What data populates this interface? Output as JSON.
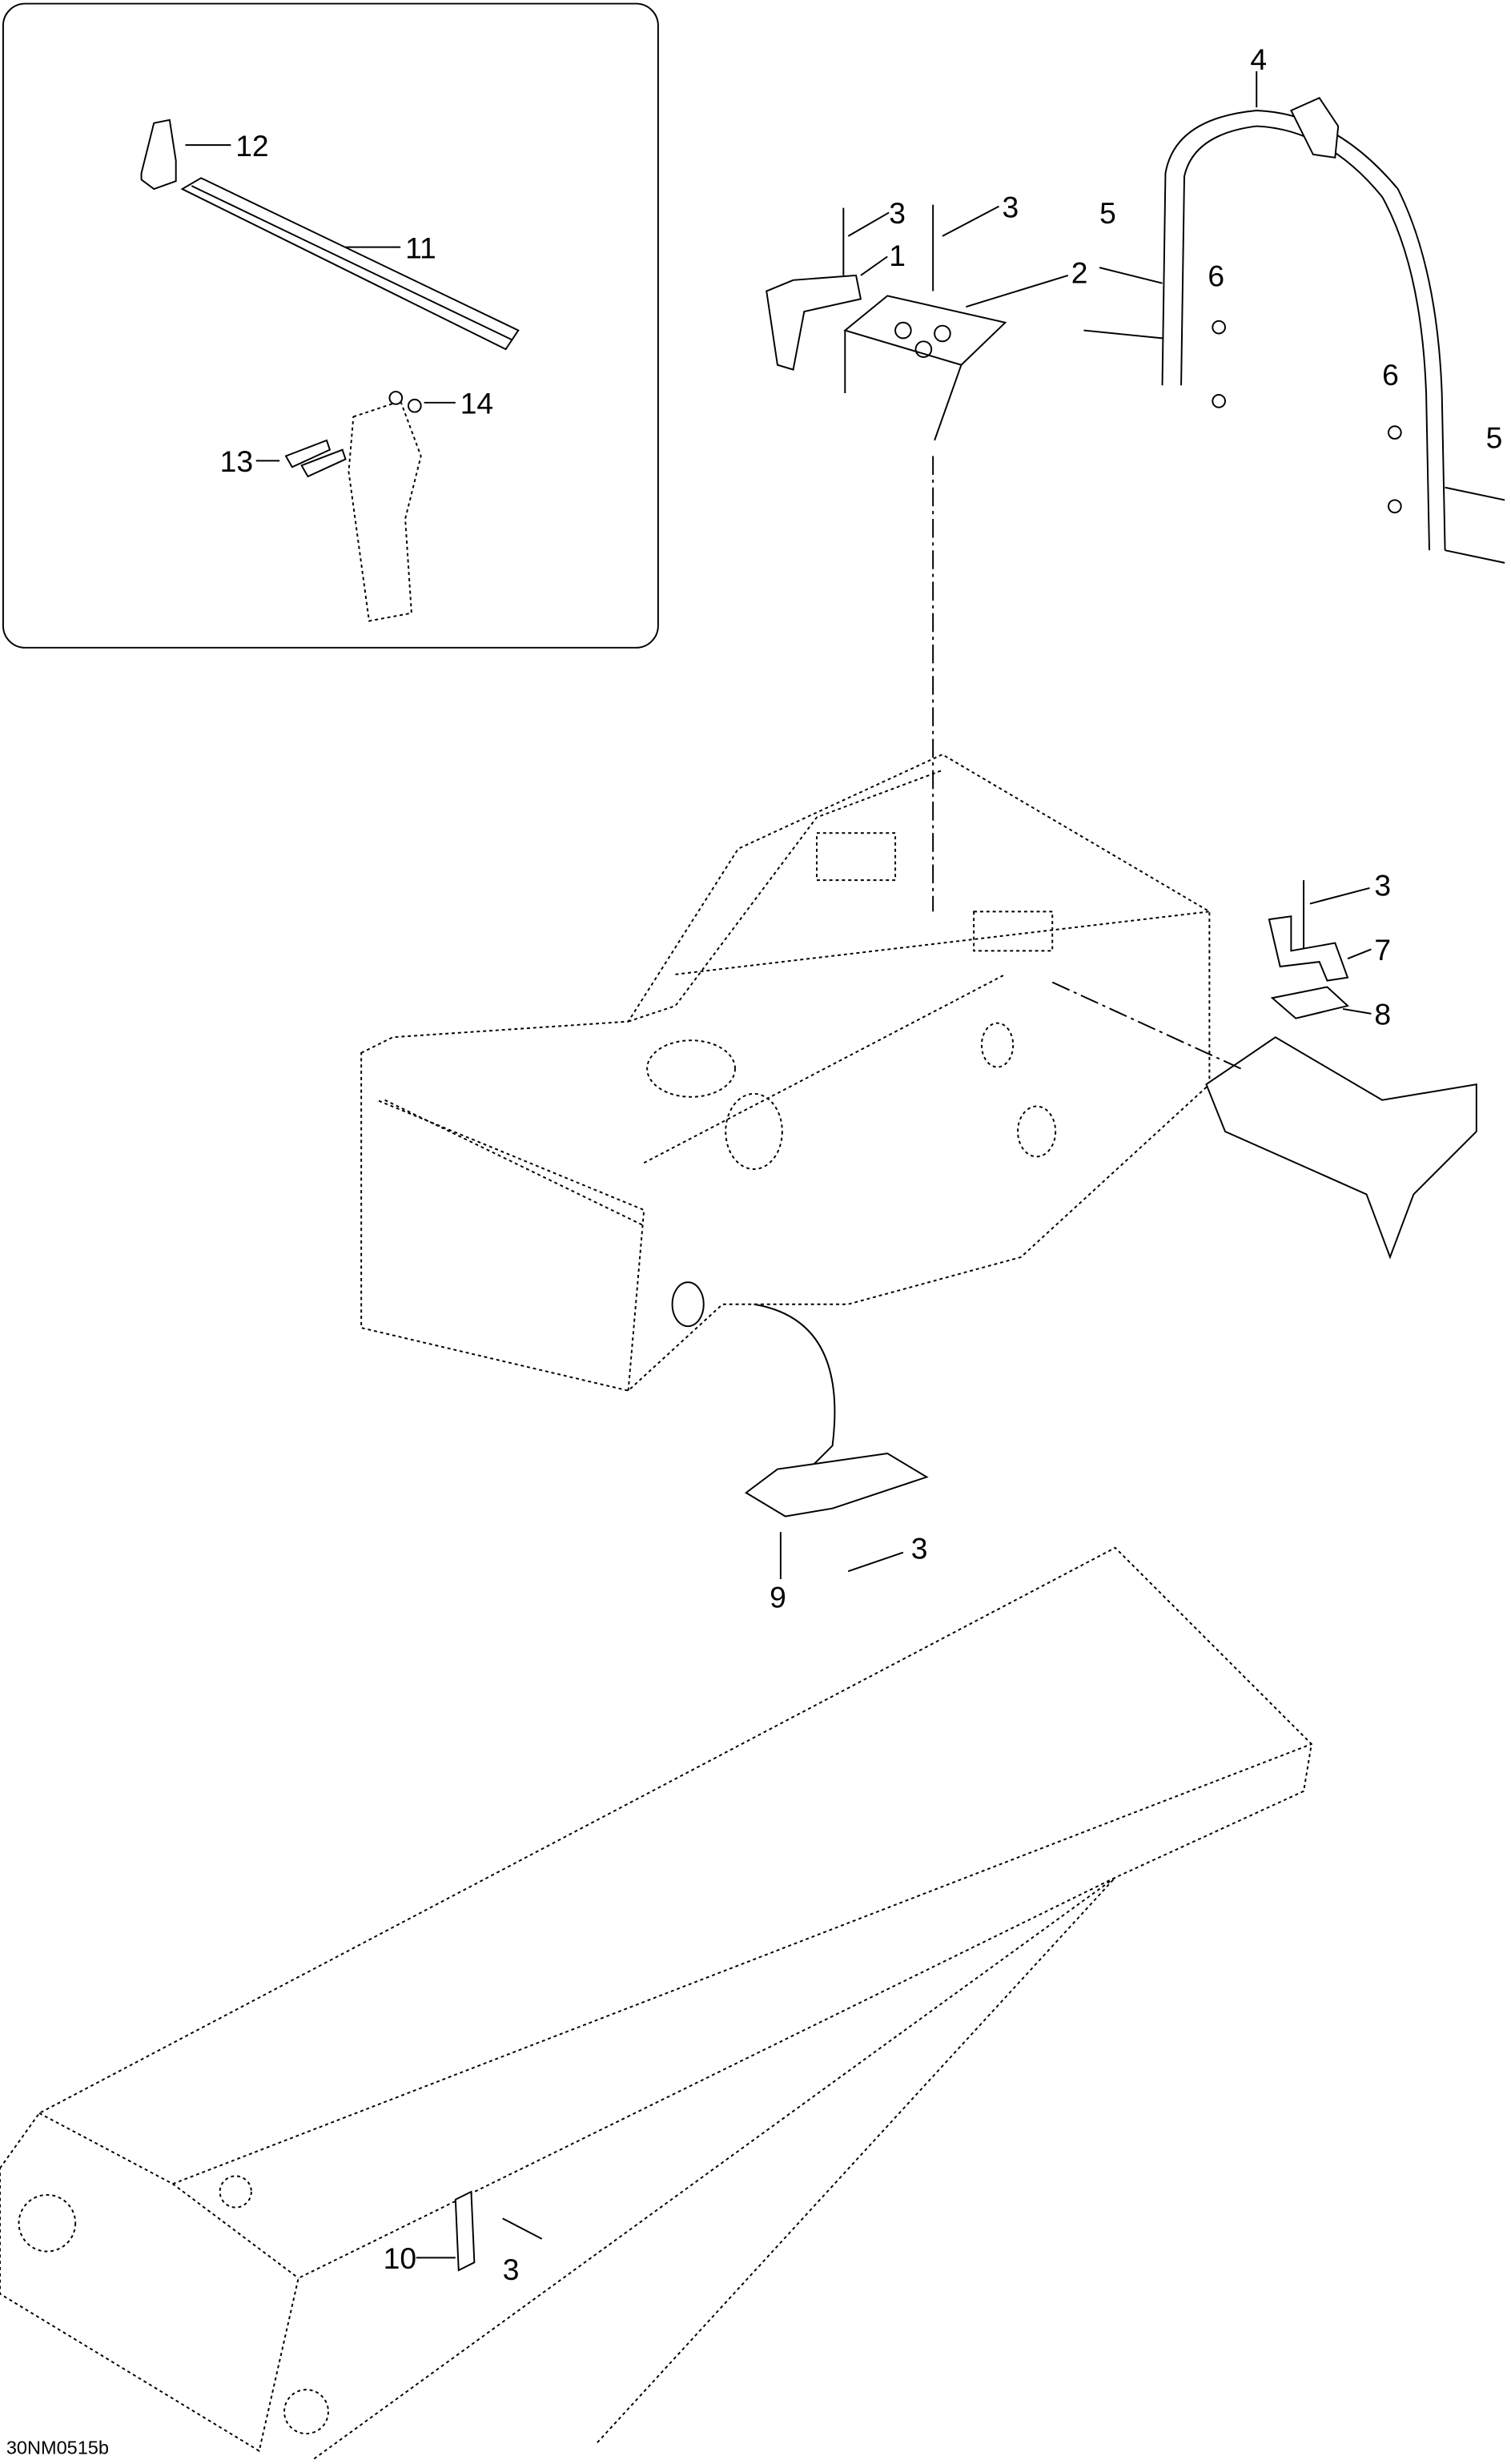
{
  "diagram": {
    "drawing_code": "30NM0515b",
    "inset_callouts": [
      "12",
      "11",
      "14",
      "13"
    ],
    "callouts": {
      "c4": "4",
      "c3a": "3",
      "c3b": "3",
      "c1": "1",
      "c2": "2",
      "c5a": "5",
      "c6a": "6",
      "c6b": "6",
      "c5b": "5",
      "c3c": "3",
      "c7": "7",
      "c8": "8",
      "c9": "9",
      "c3d": "3",
      "c10": "10",
      "c3e": "3"
    }
  }
}
